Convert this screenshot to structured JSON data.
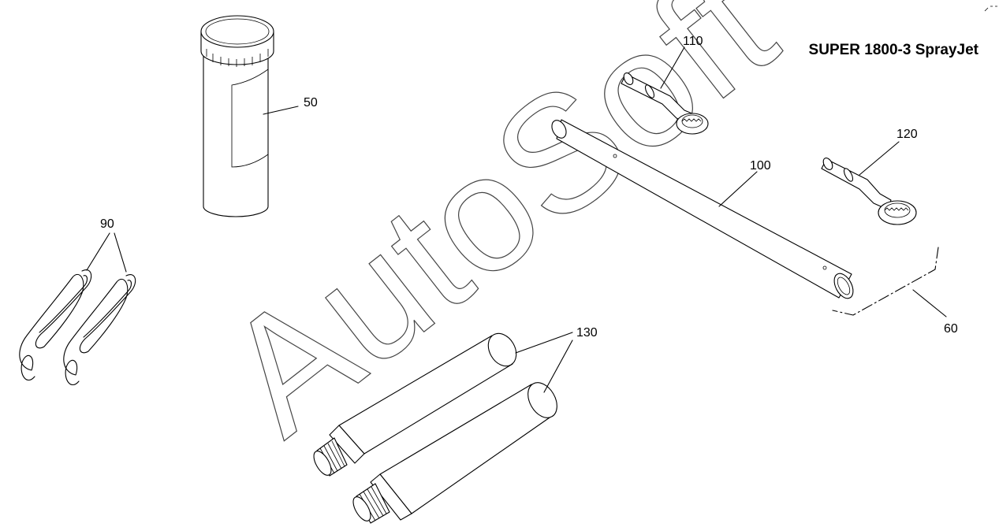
{
  "diagram": {
    "title": "SUPER 1800-3 SprayJet",
    "watermark": "AutoSoft",
    "callouts": {
      "c50": "50",
      "c60": "60",
      "c90": "90",
      "c100": "100",
      "c110": "110",
      "c120": "120",
      "c130": "130"
    }
  }
}
